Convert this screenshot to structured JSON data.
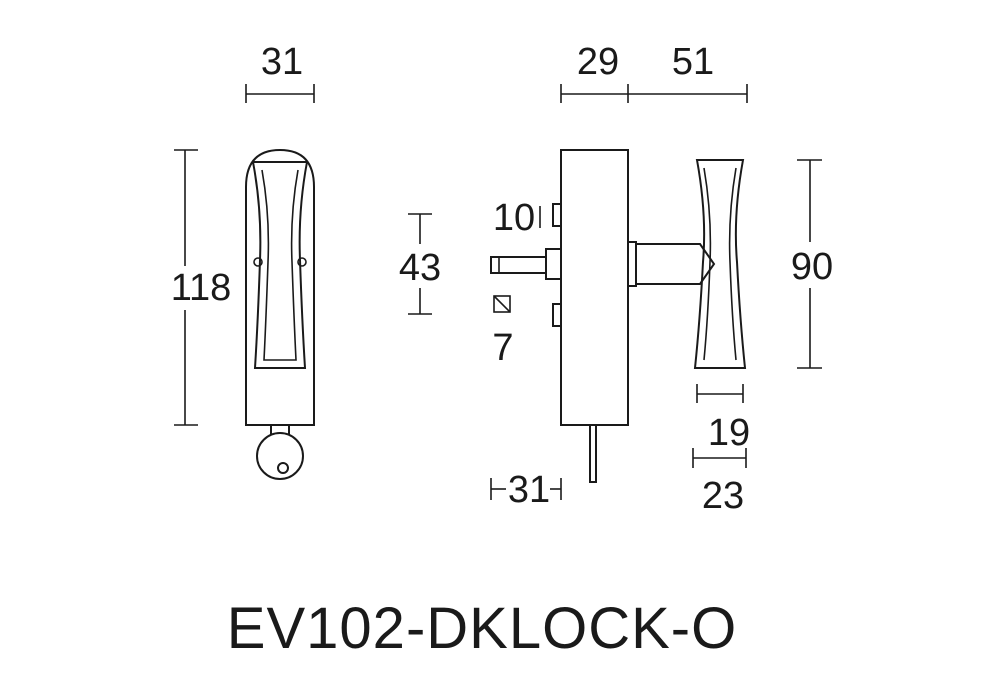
{
  "dimensions": {
    "front_width": "31",
    "front_height": "118",
    "side_base_depth": "29",
    "side_handle_projection": "51",
    "spindle_spacing": "43",
    "screw_diameter": "10",
    "spindle_square": "7",
    "handle_height": "90",
    "grip_inner": "19",
    "grip_outer": "23",
    "bolt_offset": "31"
  },
  "product_code": "EV102-DKLOCK-O"
}
